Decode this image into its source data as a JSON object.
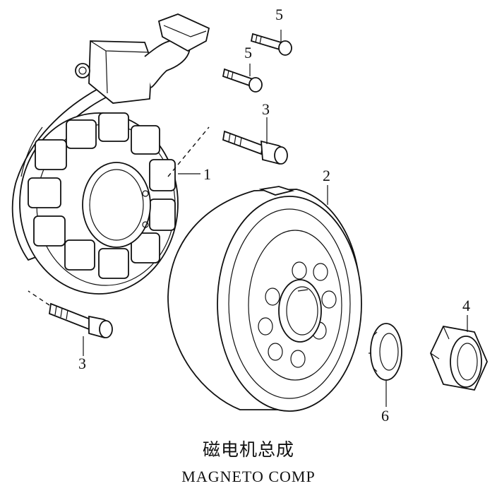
{
  "title_cn": "磁电机总成",
  "title_en": "MAGNETO COMP",
  "callouts": [
    {
      "id": "stator",
      "label": "1"
    },
    {
      "id": "rotor",
      "label": "2"
    },
    {
      "id": "bolt-upper",
      "label": "3"
    },
    {
      "id": "bolt-lower",
      "label": "3"
    },
    {
      "id": "nut",
      "label": "4"
    },
    {
      "id": "screw-top",
      "label": "5"
    },
    {
      "id": "screw-mid",
      "label": "5"
    },
    {
      "id": "washer",
      "label": "6"
    }
  ]
}
